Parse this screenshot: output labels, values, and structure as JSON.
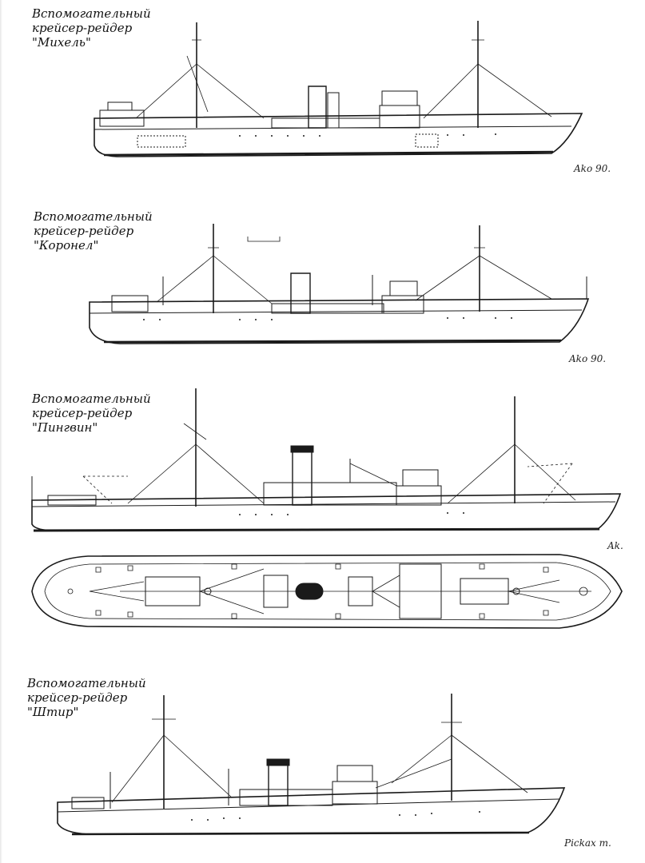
{
  "ships": [
    {
      "caption_line1": "Вспомогательный",
      "caption_line2": "крейсер-рейдер",
      "name": "\"Михель\""
    },
    {
      "caption_line1": "Вспомогательный",
      "caption_line2": "крейсер-рейдер",
      "name": "\"Коронел\""
    },
    {
      "caption_line1": "Вспомогательный",
      "caption_line2": "крейсер-рейдер",
      "name": "\"Пингвин\""
    },
    {
      "caption_line1": "Вспомогательный",
      "caption_line2": "крейсер-рейдер",
      "name": "\"Штир\""
    }
  ],
  "signatures": [
    "Ako 90.",
    "Ako 90.",
    "Ak.",
    "Pickax m."
  ],
  "colors": {
    "ink": "#1a1a1a",
    "paper": "#ffffff"
  }
}
